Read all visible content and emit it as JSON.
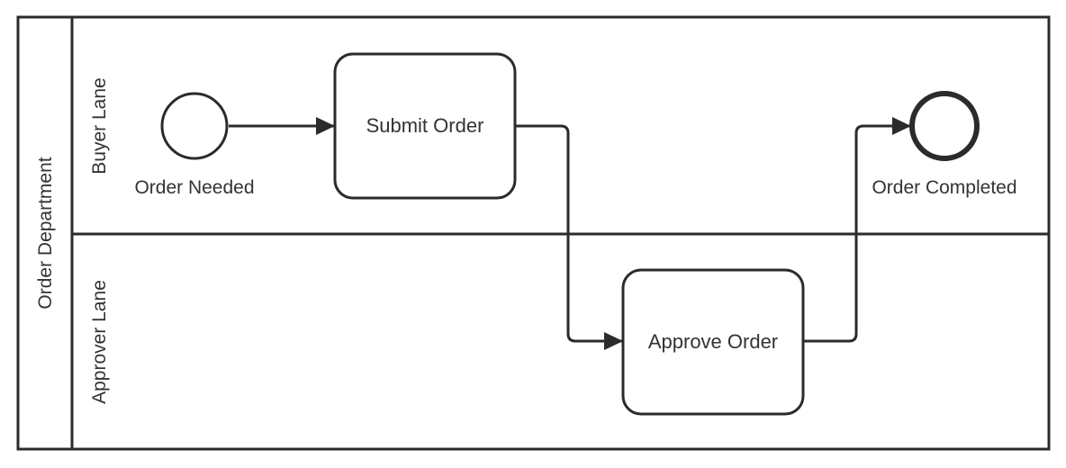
{
  "pool": {
    "label": "Order Department"
  },
  "lanes": [
    {
      "label": "Buyer Lane"
    },
    {
      "label": "Approver Lane"
    }
  ],
  "events": {
    "start": {
      "label": "Order Needed"
    },
    "end": {
      "label": "Order Completed"
    }
  },
  "tasks": {
    "submit": {
      "label": "Submit Order"
    },
    "approve": {
      "label": "Approve Order"
    }
  },
  "colors": {
    "stroke": "#2b2b2b",
    "text": "#333333",
    "background": "#ffffff"
  }
}
